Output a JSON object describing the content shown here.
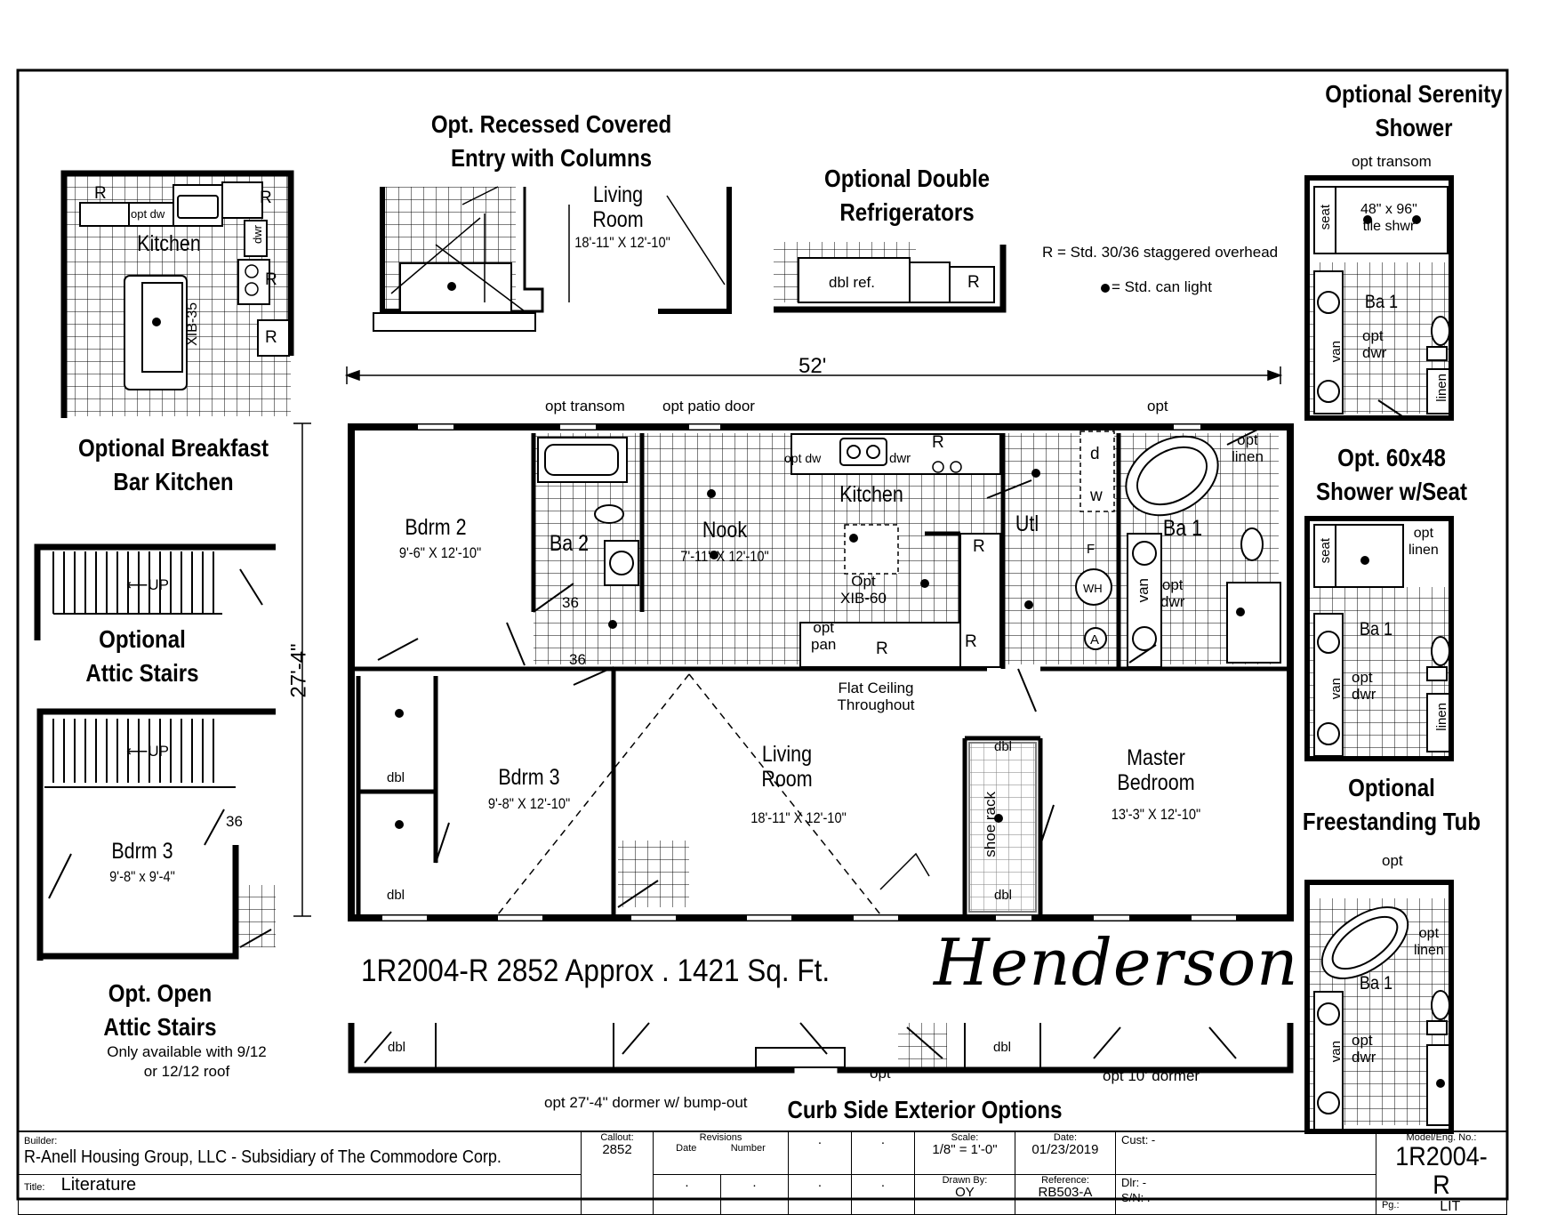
{
  "callouts": {
    "recessed_entry": [
      "Opt. Recessed Covered",
      "Entry with Columns"
    ],
    "double_fridge": [
      "Optional Double",
      "Refrigerators"
    ],
    "serenity_shower": [
      "Optional Serenity",
      "Shower"
    ],
    "breakfast_bar": [
      "Optional Breakfast",
      "Bar Kitchen"
    ],
    "attic_stairs": [
      "Optional",
      "Attic Stairs"
    ],
    "open_attic": [
      "Opt. Open",
      "Attic Stairs"
    ],
    "open_attic_note": [
      "Only available with 9/12",
      "or 12/12 roof"
    ],
    "shower_60x48": [
      "Opt. 60x48",
      "Shower w/Seat"
    ],
    "freestanding_tub": [
      "Optional",
      "Freestanding Tub"
    ],
    "curb_side": "Curb Side Exterior Options"
  },
  "legend": {
    "overhead": "R = Std. 30/36 staggered overhead",
    "can_light": "= Std. can light"
  },
  "dims": {
    "width": "52'",
    "depth": "27'-4\""
  },
  "rooms": {
    "bdrm2": {
      "name": "Bdrm 2",
      "size": "9'-6\" X 12'-10\""
    },
    "ba2": {
      "name": "Ba 2"
    },
    "nook": {
      "name": "Nook",
      "size": "7'-11\" X 12'-10\""
    },
    "kitchen": {
      "name": "Kitchen"
    },
    "utl": {
      "name": "Utl"
    },
    "ba1": {
      "name": "Ba 1"
    },
    "bdrm3": {
      "name": "Bdrm 3",
      "size": "9'-8\" X 12'-10\""
    },
    "living": {
      "name": [
        "Living",
        "Room"
      ],
      "size": "18'-11\" X 12'-10\""
    },
    "master": {
      "name": [
        "Master",
        "Bedroom"
      ],
      "size": "13'-3\" X 12'-10\""
    },
    "ceiling_note": [
      "Flat Ceiling",
      "Throughout"
    ]
  },
  "main_labels": {
    "opt_transom": "opt transom",
    "opt_patio_door": "opt patio door",
    "opt": "opt",
    "opt_linen": [
      "opt",
      "linen"
    ],
    "opt_dwr": [
      "opt",
      "dwr"
    ],
    "opt_pan": [
      "opt",
      "pan"
    ],
    "opt_xib": [
      "Opt",
      "XIB-60"
    ],
    "opt_dw": "opt dw",
    "dwr": "dwr",
    "R": "R",
    "d": "d",
    "w": "w",
    "F": "F",
    "WH": "WH",
    "A": "A",
    "van": "van",
    "dbl": "dbl",
    "shoe_rack": "shoe rack",
    "n36": "36"
  },
  "insets": {
    "entry_living": [
      "Living",
      "Room"
    ],
    "entry_size": "18'-11\" X 12'-10\"",
    "dbl_ref": "dbl ref.",
    "kitchen_alt": "Kitchen",
    "xib35": "XIB-35",
    "up": "UP",
    "bdrm3_alt": "Bdrm 3",
    "bdrm3_alt_size": "9'-8\" x 9'-4\"",
    "seat": "seat",
    "tile_shwr": [
      "48\" x 96\"",
      "tile shwr"
    ],
    "linen": "linen",
    "opt_linen": [
      "opt",
      "linen"
    ]
  },
  "model_line": "1R2004-R 2852  Approx . 1421 Sq. Ft.",
  "signature": "Henderson",
  "exterior": {
    "dormer_bump": "opt 27'-4\" dormer w/ bump-out",
    "opt": "opt",
    "dormer_10": "opt 10' dormer"
  },
  "title_block": {
    "builder_label": "Builder:",
    "builder": "R-Anell Housing Group, LLC - Subsidiary of The Commodore Corp.",
    "title_label": "Title:",
    "title": "Literature",
    "callout_label": "Callout:",
    "callout": "2852",
    "revisions": "Revisions",
    "date_col": "Date",
    "number_col": "Number",
    "scale_label": "Scale:",
    "scale": "1/8\" = 1'-0\"",
    "date_label": "Date:",
    "date": "01/23/2019",
    "drawn_label": "Drawn By:",
    "drawn": "OY",
    "ref_label": "Reference:",
    "ref": "RB503-A",
    "cust": "Cust: -",
    "dlr": "Dlr:   -",
    "sn": "S/N:  .",
    "model_label": "Model/Eng. No.:",
    "model": "1R2004-R",
    "pg_label": "Pg.:",
    "pg": "LIT",
    "dot": "."
  }
}
